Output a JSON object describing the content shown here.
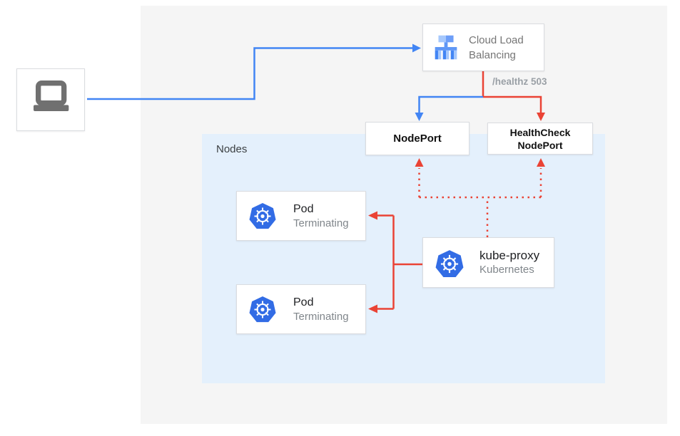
{
  "diagram": {
    "client": {
      "icon": "laptop-icon"
    },
    "cloud_load_balancing": {
      "label": "Cloud Load Balancing",
      "icon": "cloud-load-balancing-icon"
    },
    "healthz_label": "/healthz 503",
    "nodeport": {
      "label": "NodePort"
    },
    "healthcheck_nodeport": {
      "line1": "HealthCheck",
      "line2": "NodePort"
    },
    "nodes_group": {
      "label": "Nodes"
    },
    "pods": [
      {
        "title": "Pod",
        "subtitle": "Terminating",
        "icon": "kubernetes-icon"
      },
      {
        "title": "Pod",
        "subtitle": "Terminating",
        "icon": "kubernetes-icon"
      }
    ],
    "kube_proxy": {
      "title": "kube-proxy",
      "subtitle": "Kubernetes",
      "icon": "kubernetes-icon"
    },
    "colors": {
      "traffic_blue": "#4285F4",
      "health_red": "#EA4335",
      "nodes_bg": "#E4F0FC",
      "panel_bg": "#F5F5F5",
      "box_border": "#DADCE0",
      "kubernetes_blue": "#326CE5"
    }
  }
}
